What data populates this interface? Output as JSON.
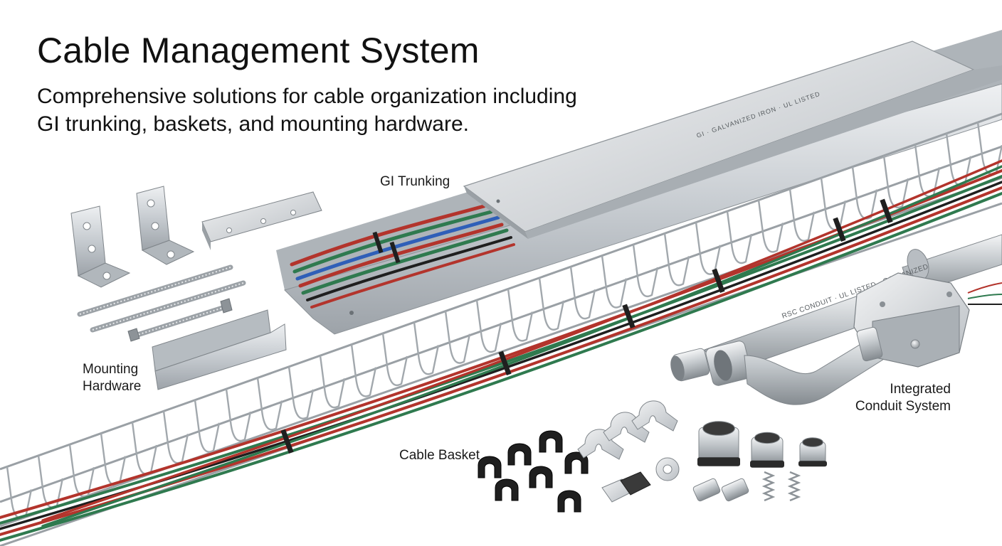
{
  "header": {
    "title": "Cable Management System",
    "subtitle_line1": "Comprehensive solutions for cable organization including",
    "subtitle_line2": "GI trunking, baskets, and mounting hardware."
  },
  "callouts": {
    "gi_trunking": "GI Trunking",
    "mounting_hardware_line1": "Mounting",
    "mounting_hardware_line2": "Hardware",
    "cable_basket": "Cable Basket",
    "conduit_line1": "Integrated",
    "conduit_line2": "Conduit System"
  },
  "imprints": {
    "trunking_cover": "GI · GALVANIZED IRON · UL LISTED",
    "conduit_pipe": "RSC CONDUIT · UL LISTED · GALVANIZED"
  },
  "colors": {
    "background": "#ffffff",
    "galvanized_steel": "#c9ced3",
    "wire_red": "#b3342c",
    "wire_green": "#2f7a4f",
    "wire_blue": "#2f5fb8",
    "clip_black": "#1f1f1f"
  }
}
